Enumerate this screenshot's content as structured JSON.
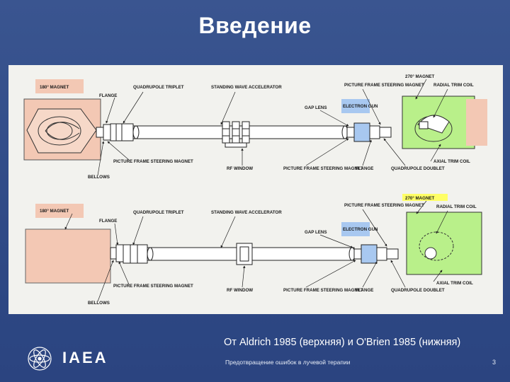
{
  "title": "Введение",
  "caption": "От Aldrich 1985 (верхняя) и O'Brien 1985 (нижняя)",
  "footer": "Предотвращение ошибок в лучевой терапии",
  "page_number": "3",
  "logo": {
    "text": "IAEA",
    "icon": "iaea-atom-emblem"
  },
  "colors": {
    "background": "#2f4a86",
    "magnet_pink": "#f3c8b4",
    "trim_green": "#b9f08a",
    "gun_blue": "#a8c8f0"
  },
  "diagram_top": {
    "magnet_180": "180° MAGNET",
    "flange_left": "FLANGE",
    "quadrupole_triplet": "QUADRUPOLE TRIPLET",
    "standing_wave": "STANDING WAVE ACCELERATOR",
    "gap_lens": "GAP LENS",
    "electron_gun": "ELECTRON GUN",
    "pf_steering_top": "PICTURE FRAME STEERING MAGNET",
    "magnet_270": "270° MAGNET",
    "radial_trim": "RADIAL TRIM COIL",
    "axial_trim": "AXIAL TRIM COIL",
    "pf_steering_bottom_left": "PICTURE FRAME STEERING MAGNET",
    "bellows": "BELLOWS",
    "rf_window": "RF WINDOW",
    "pf_steering_bottom_right": "PICTURE FRAME STEERING MAGNET",
    "flange_right": "FLANGE",
    "quadrupole_doublet": "QUADRUPOLE DOUBLET"
  },
  "diagram_bottom": {
    "magnet_180": "180° MAGNET",
    "flange_left": "FLANGE",
    "quadrupole_triplet": "QUADRUPOLE TRIPLET",
    "standing_wave": "STANDING WAVE ACCELERATOR",
    "gap_lens": "GAP LENS",
    "electron_gun": "ELECTRON GUN",
    "pf_steering_top": "PICTURE FRAME STEERING MAGNET",
    "magnet_270": "270° MAGNET",
    "radial_trim": "RADIAL TRIM COIL",
    "axial_trim": "AXIAL TRIM COIL",
    "pf_steering_bottom_left": "PICTURE FRAME STEERING MAGNET",
    "bellows": "BELLOWS",
    "rf_window": "RF WINDOW",
    "pf_steering_bottom_right": "PICTURE FRAME STEERING MAGNET",
    "flange_right": "FLANGE",
    "quadrupole_doublet": "QUADRUPOLE DOUBLET"
  }
}
